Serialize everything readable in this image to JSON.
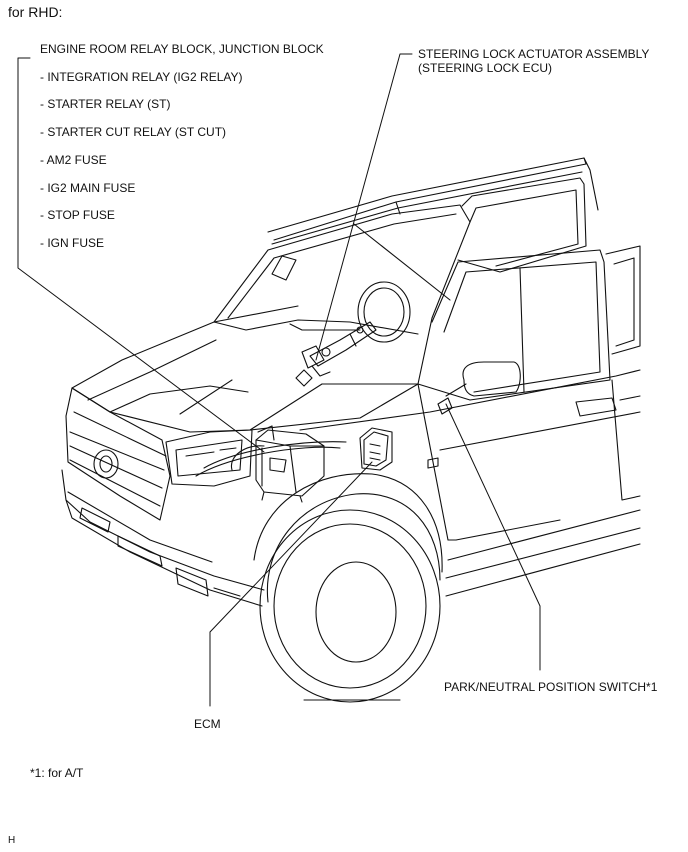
{
  "header": {
    "label": "for RHD:"
  },
  "callouts": {
    "relay_block": {
      "title": "ENGINE ROOM RELAY BLOCK, JUNCTION BLOCK",
      "items": [
        "- INTEGRATION RELAY (IG2 RELAY)",
        "- STARTER RELAY (ST)",
        "- STARTER CUT RELAY (ST CUT)",
        "- AM2 FUSE",
        "- IG2 MAIN FUSE",
        "- STOP FUSE",
        "- IGN FUSE"
      ]
    },
    "steering_lock": {
      "line1": "STEERING LOCK ACTUATOR ASSEMBLY",
      "line2": "(STEERING LOCK ECU)"
    },
    "park_neutral": {
      "label": "PARK/NEUTRAL POSITION SWITCH*1"
    },
    "ecm": {
      "label": "ECM"
    }
  },
  "footnote": "*1: for A/T",
  "corner_mark": "H",
  "colors": {
    "line": "#111111",
    "background": "#ffffff"
  }
}
